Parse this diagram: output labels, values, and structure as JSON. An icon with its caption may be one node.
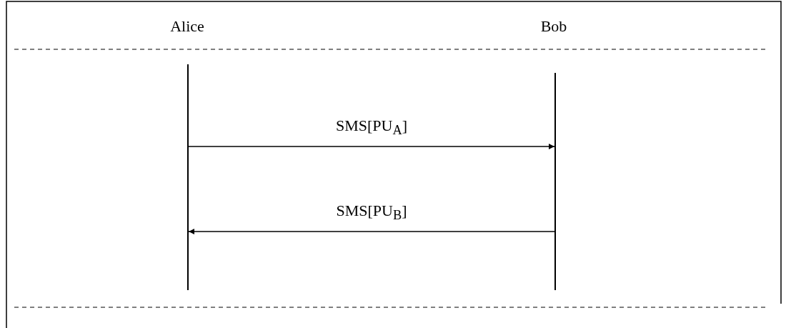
{
  "diagram": {
    "nodes": [
      {
        "text": [
          "Alice"
        ]
      },
      {
        "text": [
          "Bob"
        ]
      },
      {
        "text": [],
        "shape": "bar"
      },
      {
        "text": [],
        "shape": "bar"
      }
    ],
    "edges": [
      {
        "from": 2,
        "to": 3,
        "arrow": "to",
        "label": "SMS[PU$_{A}$]"
      },
      {
        "from": 3,
        "to": 2,
        "arrow": "to",
        "label": "SMS[PU$_{B}$]"
      }
    ]
  }
}
